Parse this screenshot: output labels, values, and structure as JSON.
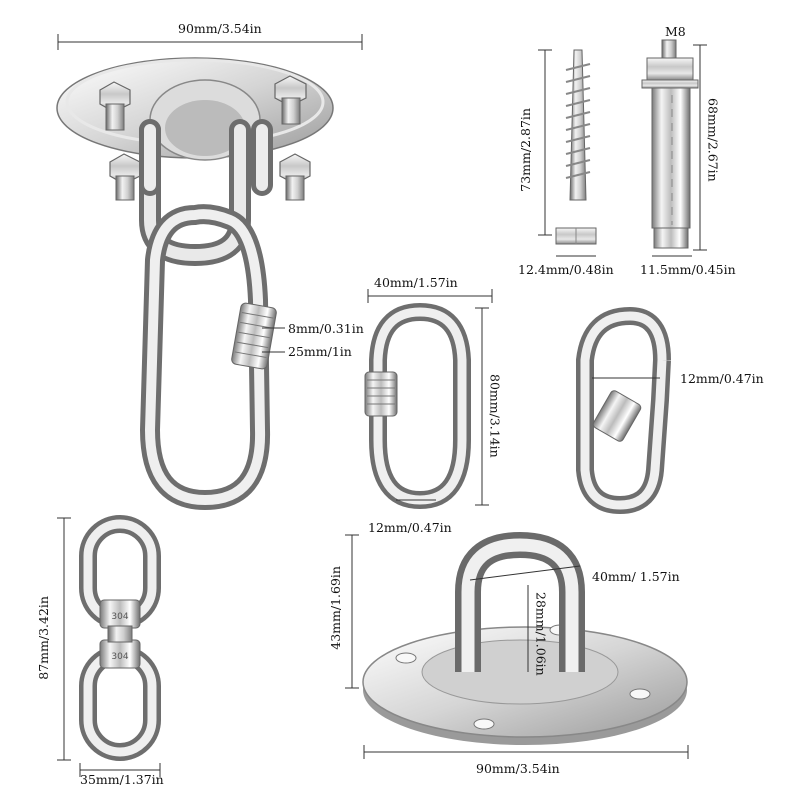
{
  "labels": {
    "top_plate_width": "90mm/3.54in",
    "bolt_thread": "M8",
    "screw_length": "73mm/2.87in",
    "bolt_length": "68mm/2.67in",
    "screw_diameter": "12.4mm/0.48in",
    "bolt_diameter": "11.5mm/0.45in",
    "carabiner_width": "40mm/1.57in",
    "big_carabiner_wire": "8mm/0.31in",
    "big_carabiner_ring": "25mm/1in",
    "carabiner_length": "80mm/3.14in",
    "carabiner_wire": "12mm/0.47in",
    "snap_hook_opening": "12mm/0.47in",
    "swivel_length": "87mm/3.42in",
    "swivel_width": "35mm/1.37in",
    "pad_height": "43mm/1.69in",
    "pad_loop_width": "40mm/ 1.57in",
    "pad_loop_height": "28mm/1.06in",
    "pad_width": "90mm/3.54in",
    "swivel_stamp": "304"
  },
  "colors": {
    "steel_light": "#f4f4f4",
    "steel_mid": "#bdbdbd",
    "steel_dark": "#6f6f6f",
    "dimension_line": "#333333"
  }
}
